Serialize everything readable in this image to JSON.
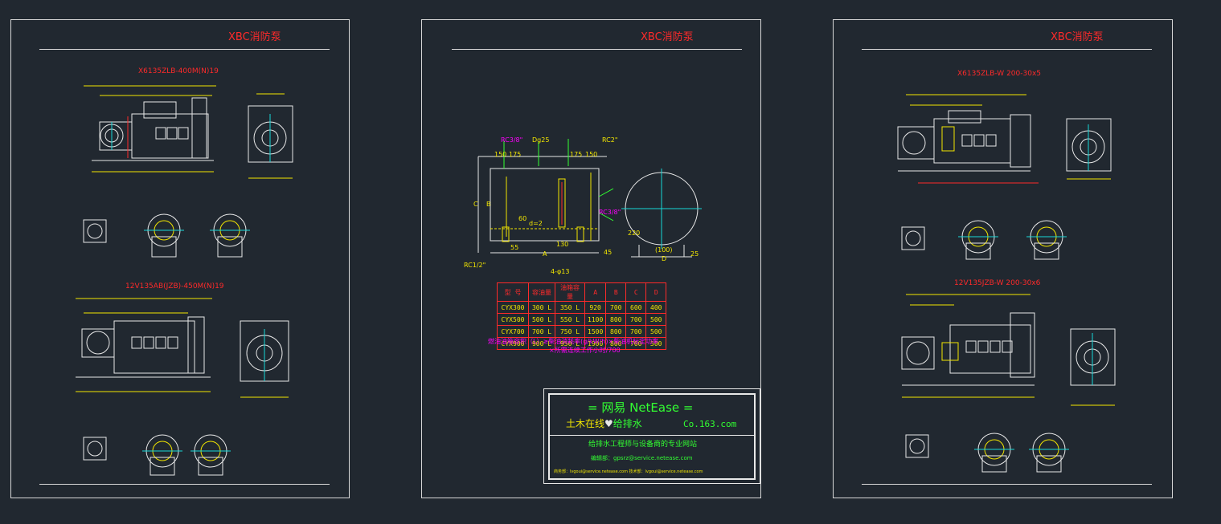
{
  "sheets": [
    {
      "title": "XBC消防泵",
      "drawings": [
        {
          "label": "X6135ZLB-400M(N)19"
        },
        {
          "label": "12V135AB(JZB)-450M(N)19"
        }
      ]
    },
    {
      "title": "XBC消防泵",
      "tank_labels": {
        "fill_port": "RC3/8\"",
        "level_gauge": "Dg25",
        "vent": "RC2\"",
        "outlet": "RC3/8\"",
        "drain": "RC1/2\"",
        "mount": "4-φ13",
        "dim_150a": "150",
        "dim_175a": "175",
        "dim_175b": "175",
        "dim_150b": "150",
        "dim_60": "60",
        "dim_d2": "d=2",
        "dim_130": "130",
        "dim_55": "55",
        "dim_a": "A",
        "dim_b": "B",
        "dim_c": "C",
        "dim_d": "D",
        "dim_100": "(100)",
        "dim_45": "45",
        "dim_25": "25",
        "dim_220": "220"
      },
      "table": {
        "headers": [
          "型 号",
          "容油量",
          "油箱容量",
          "A",
          "B",
          "C",
          "D"
        ],
        "rows": [
          [
            "CYX300",
            "300 L",
            "350 L",
            "920",
            "700",
            "600",
            "400"
          ],
          [
            "CYX500",
            "500 L",
            "550 L",
            "1100",
            "800",
            "700",
            "500"
          ],
          [
            "CYX700",
            "700 L",
            "750 L",
            "1500",
            "800",
            "700",
            "500"
          ],
          [
            "CYX900",
            "900 L",
            "950 L",
            "1900",
            "800",
            "700",
            "500"
          ]
        ]
      },
      "note_line1": "燃油油箱容积（L）≥柴油消耗率(g/kW/h)×柴油机标定功率",
      "note_line2": "×所需连续工作小时/700",
      "title_block": {
        "line1": "=  网易 NetEase  =",
        "brand_left": "土木在线",
        "brand_sep": "♥",
        "brand_right": "给排水",
        "site": "Co.163.com",
        "slogan": "给排水工程师与设备商的专业网站",
        "email_label": "编辑部：",
        "email": "gpsrz@service.netease.com",
        "contact": "商务部：lvgoui@service.netease.com   技术部：lvgoui@service.netease.com"
      }
    },
    {
      "title": "XBC消防泵",
      "drawings": [
        {
          "label": "X6135ZLB-W 200-30x5"
        },
        {
          "label": "12V135JZB-W 200-30x6"
        }
      ]
    }
  ],
  "colors": {
    "background": "#212830",
    "frame": "#d8d8d8",
    "title": "#ff2a2a",
    "dimension": "#f2e600",
    "magenta": "#ff00ff",
    "green": "#32ff32",
    "cyan": "#18d8d8",
    "line": "#e8e8e8"
  }
}
